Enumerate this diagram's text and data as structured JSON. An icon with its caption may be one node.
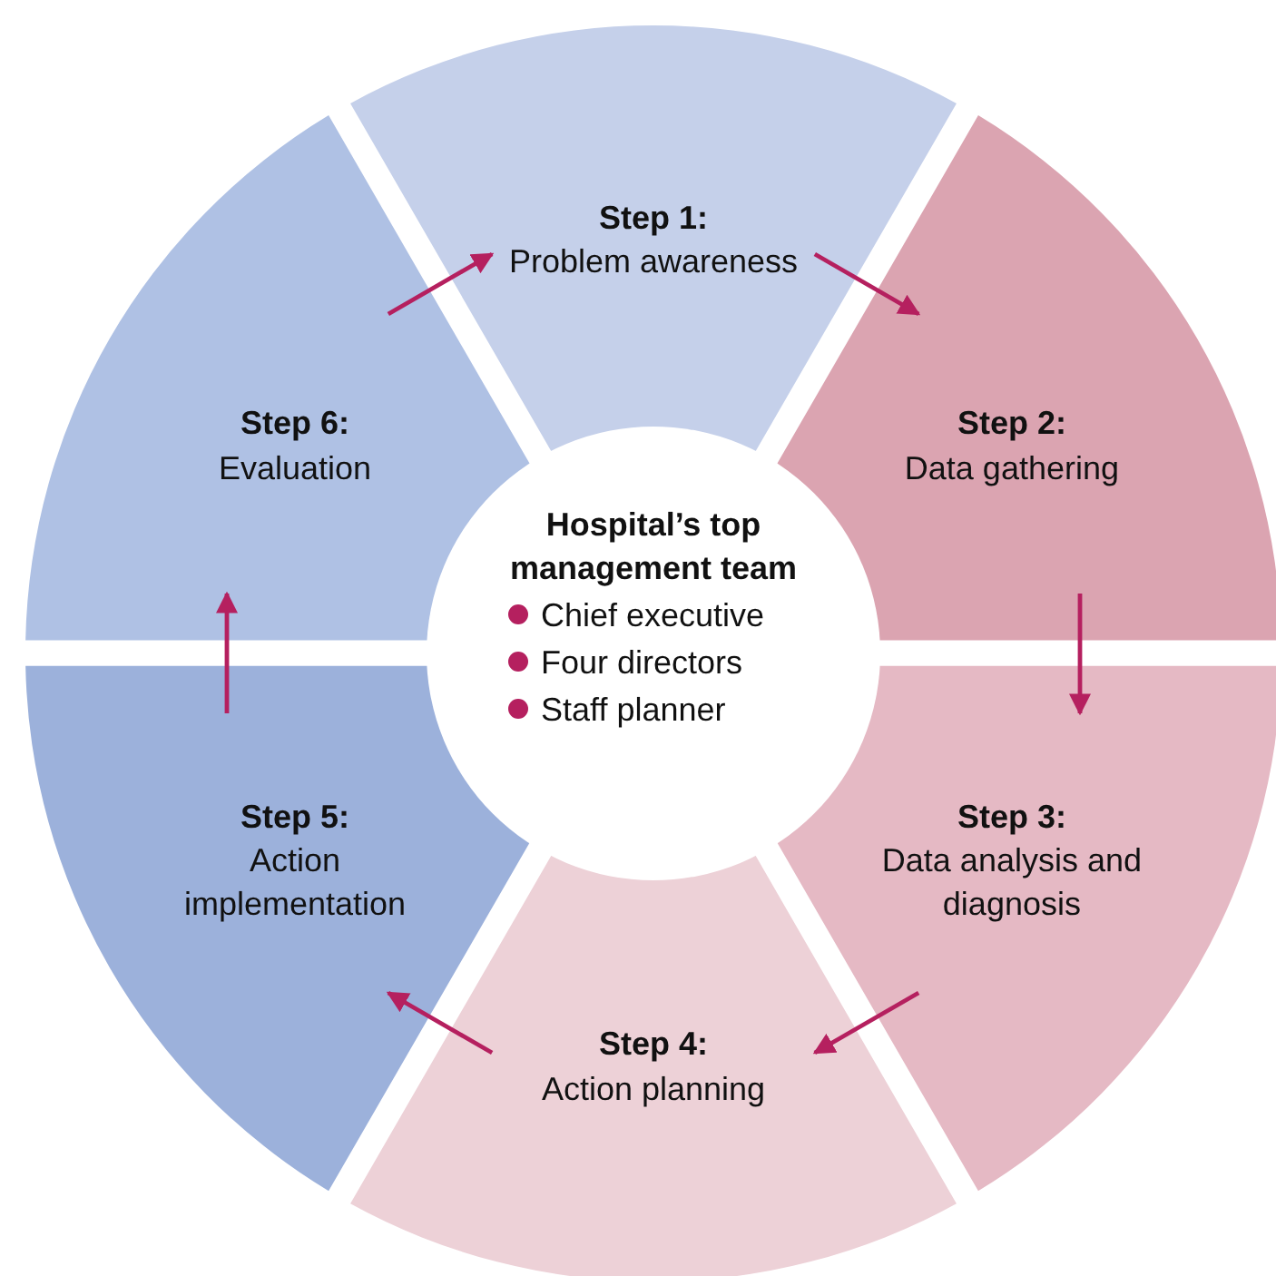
{
  "diagram": {
    "nodes": [
      {
        "text": [
          "Hospital’s top management team",
          "Chief executive",
          "Four directors",
          "Staff planner"
        ]
      },
      {
        "text": [
          "Step 1:",
          "Problem awareness"
        ]
      },
      {
        "text": [
          "Step 2:",
          "Data gathering"
        ]
      },
      {
        "text": [
          "Step 3:",
          "Data analysis and diagnosis"
        ]
      },
      {
        "text": [
          "Step 4:",
          "Action planning"
        ]
      },
      {
        "text": [
          "Step 5:",
          "Action implementation"
        ]
      },
      {
        "text": [
          "Step 6:",
          "Evaluation"
        ]
      }
    ],
    "edges": [
      {
        "from": 1,
        "to": 2,
        "arrow": "to"
      },
      {
        "from": 2,
        "to": 3,
        "arrow": "to"
      },
      {
        "from": 3,
        "to": 4,
        "arrow": "to"
      },
      {
        "from": 4,
        "to": 5,
        "arrow": "to"
      },
      {
        "from": 5,
        "to": 6,
        "arrow": "to"
      },
      {
        "from": 6,
        "to": 1,
        "arrow": "to"
      }
    ]
  }
}
